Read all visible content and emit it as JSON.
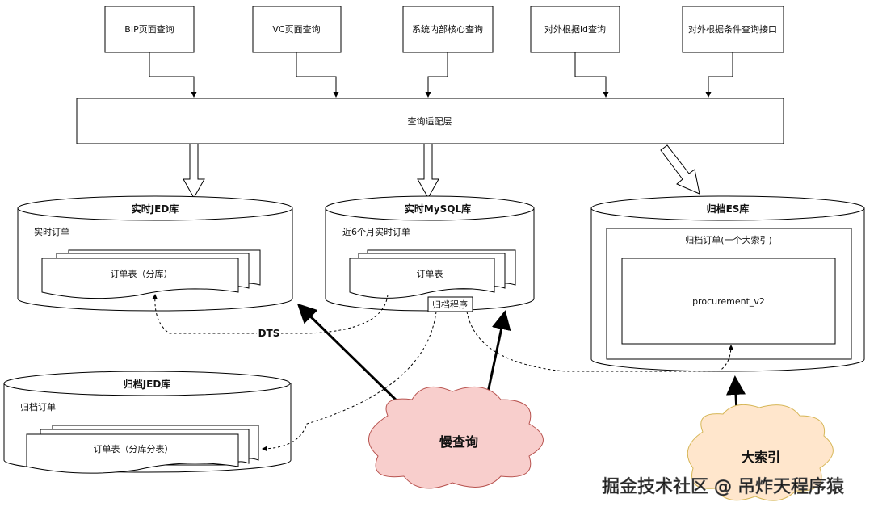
{
  "sources": [
    "BIP页面查询",
    "VC页面查询",
    "系统内部核心查询",
    "对外根据id查询",
    "对外根据条件查询接口"
  ],
  "adapter": "查询适配层",
  "realtime_jed": {
    "title": "实时JED库",
    "subtitle": "实时订单",
    "table": "订单表（分库）"
  },
  "realtime_mysql": {
    "title": "实时MySQL库",
    "subtitle": "近6个月实时订单",
    "table": "订单表",
    "program": "归档程序"
  },
  "archive_es": {
    "title": "归档ES库",
    "subtitle": "归档订单(一个大索引)",
    "index": "procurement_v2"
  },
  "archive_jed": {
    "title": "归档JED库",
    "subtitle": "归档订单",
    "table": "订单表（分库分表）"
  },
  "dts_label": "DTS",
  "slow_query": {
    "label": "慢查询",
    "color": "#f8cecc"
  },
  "big_index": {
    "label": "大索引",
    "color": "#ffe6cc"
  },
  "watermark": "掘金技术社区 @ 吊炸天程序猿"
}
